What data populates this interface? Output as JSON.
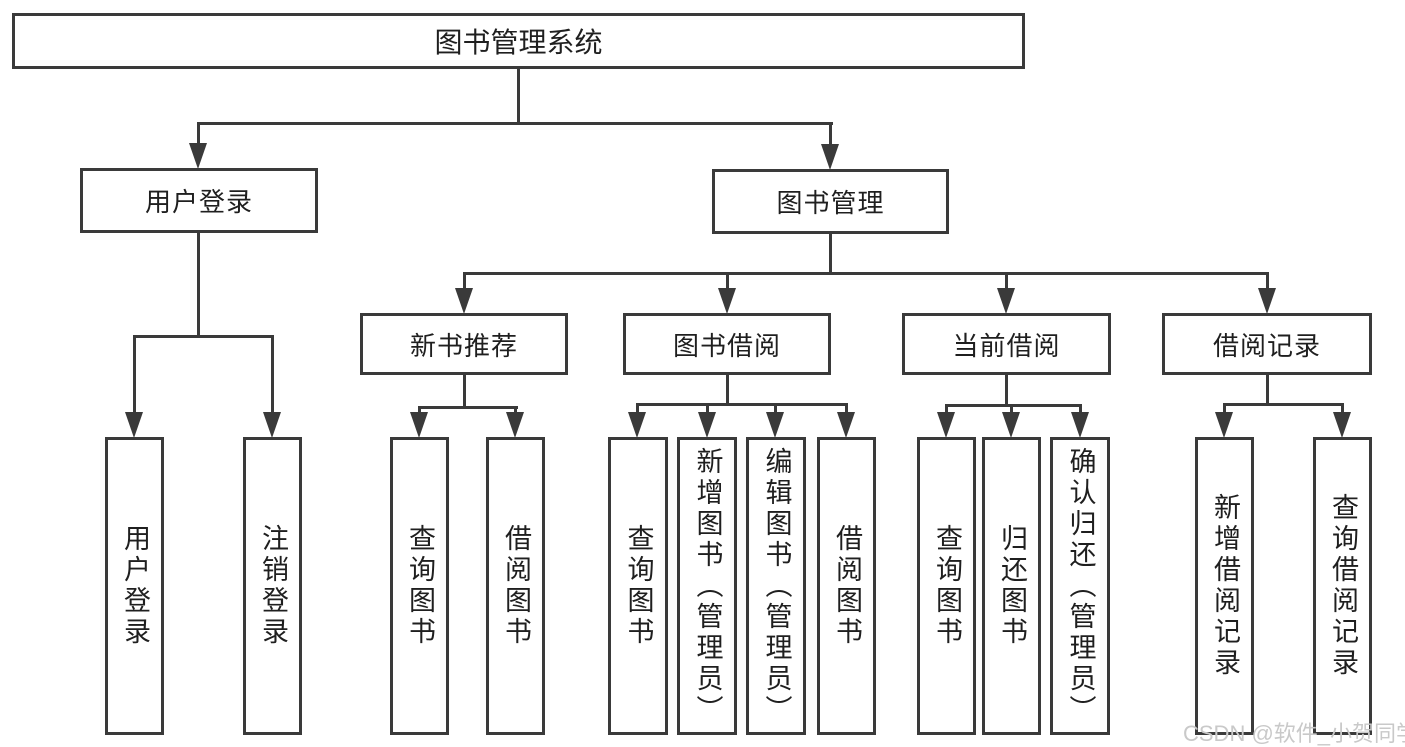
{
  "colors": {
    "line": "#3a3a3a",
    "text": "#1f1f1f",
    "watermark": "#c9c9c9",
    "background": "#ffffff"
  },
  "root": {
    "label": "图书管理系统"
  },
  "level2": {
    "login": "用户登录",
    "management": "图书管理"
  },
  "level3": {
    "recommend": "新书推荐",
    "borrow": "图书借阅",
    "current": "当前借阅",
    "records": "借阅记录"
  },
  "leaves": {
    "login": [
      "用户登录",
      "注销登录"
    ],
    "recommend": [
      "查询图书",
      "借阅图书"
    ],
    "borrow": [
      "查询图书",
      "新增图书（管理员）",
      "编辑图书（管理员）",
      "借阅图书"
    ],
    "current": [
      "查询图书",
      "归还图书",
      "确认归还（管理员）"
    ],
    "records": [
      "新增借阅记录",
      "查询借阅记录"
    ]
  },
  "watermark": "CSDN @软件_小贺同学"
}
